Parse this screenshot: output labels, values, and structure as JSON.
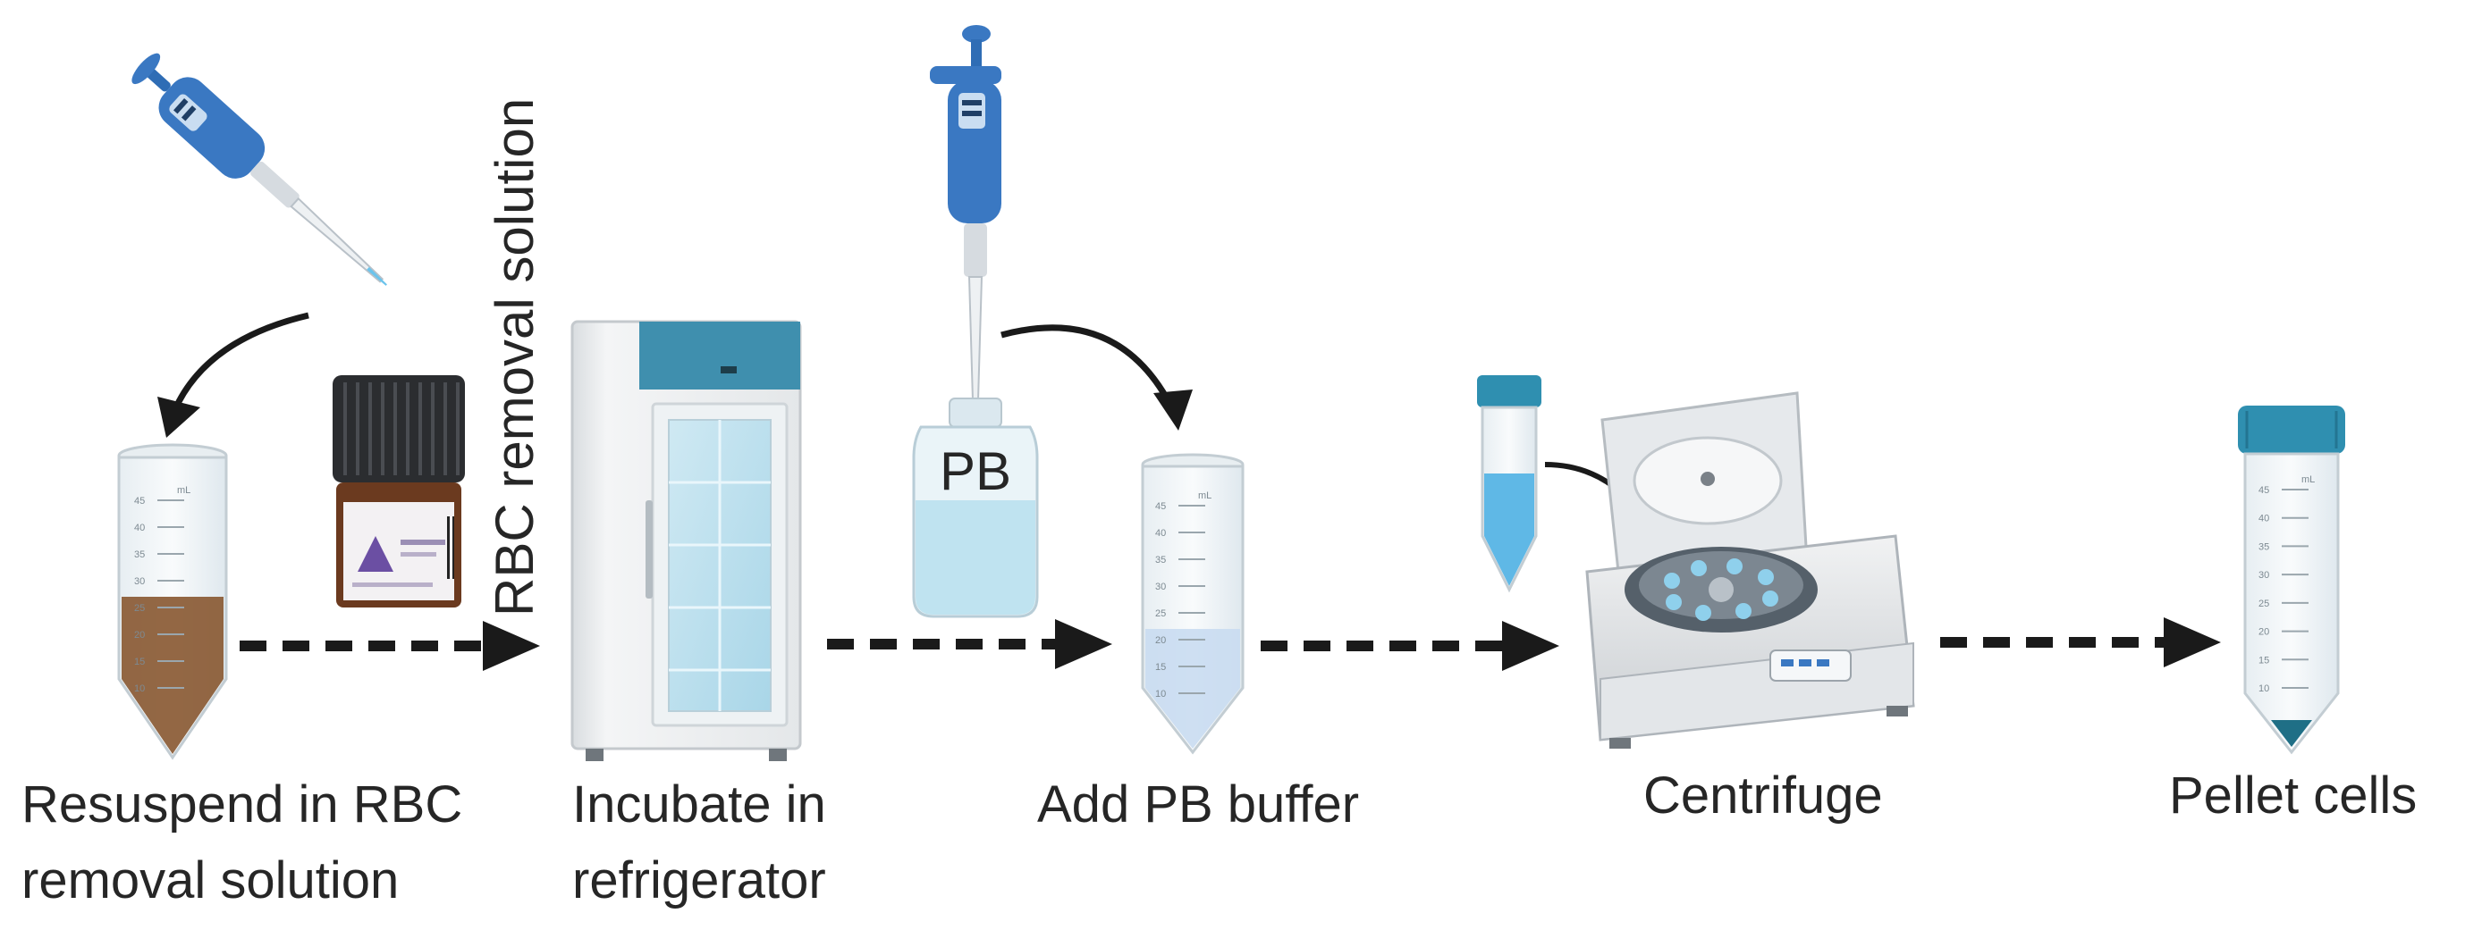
{
  "steps": [
    {
      "label_lines": [
        "Resuspend in RBC",
        "removal solution"
      ]
    },
    {
      "label_lines": [
        "Incubate in",
        "refrigerator"
      ]
    },
    {
      "label_lines": [
        "Add PB buffer"
      ]
    },
    {
      "label_lines": [
        "Centrifuge"
      ]
    },
    {
      "label_lines": [
        "Pellet cells"
      ]
    }
  ],
  "reagent_label": "RBC removal solution",
  "bottle_label": "PB",
  "tube_unit": "mL",
  "tube_scale": [
    "10",
    "15",
    "20",
    "25",
    "30",
    "35",
    "40",
    "45"
  ],
  "colors": {
    "arrow": "#1a1a1a",
    "text": "#262626",
    "pipette_blue": "#3a78c2",
    "fridge_teal": "#3f8fae",
    "sample_brown": "#8a5a34",
    "buffer_blue": "#bfe3f0",
    "tube_blue": "#5fb8e6",
    "cap_teal": "#2f8fb0",
    "pellet": "#1f6f86"
  },
  "icons": [
    "pipette-icon",
    "reagent-vial-icon",
    "conical-tube-icon",
    "refrigerator-icon",
    "buffer-bottle-icon",
    "centrifuge-icon"
  ]
}
